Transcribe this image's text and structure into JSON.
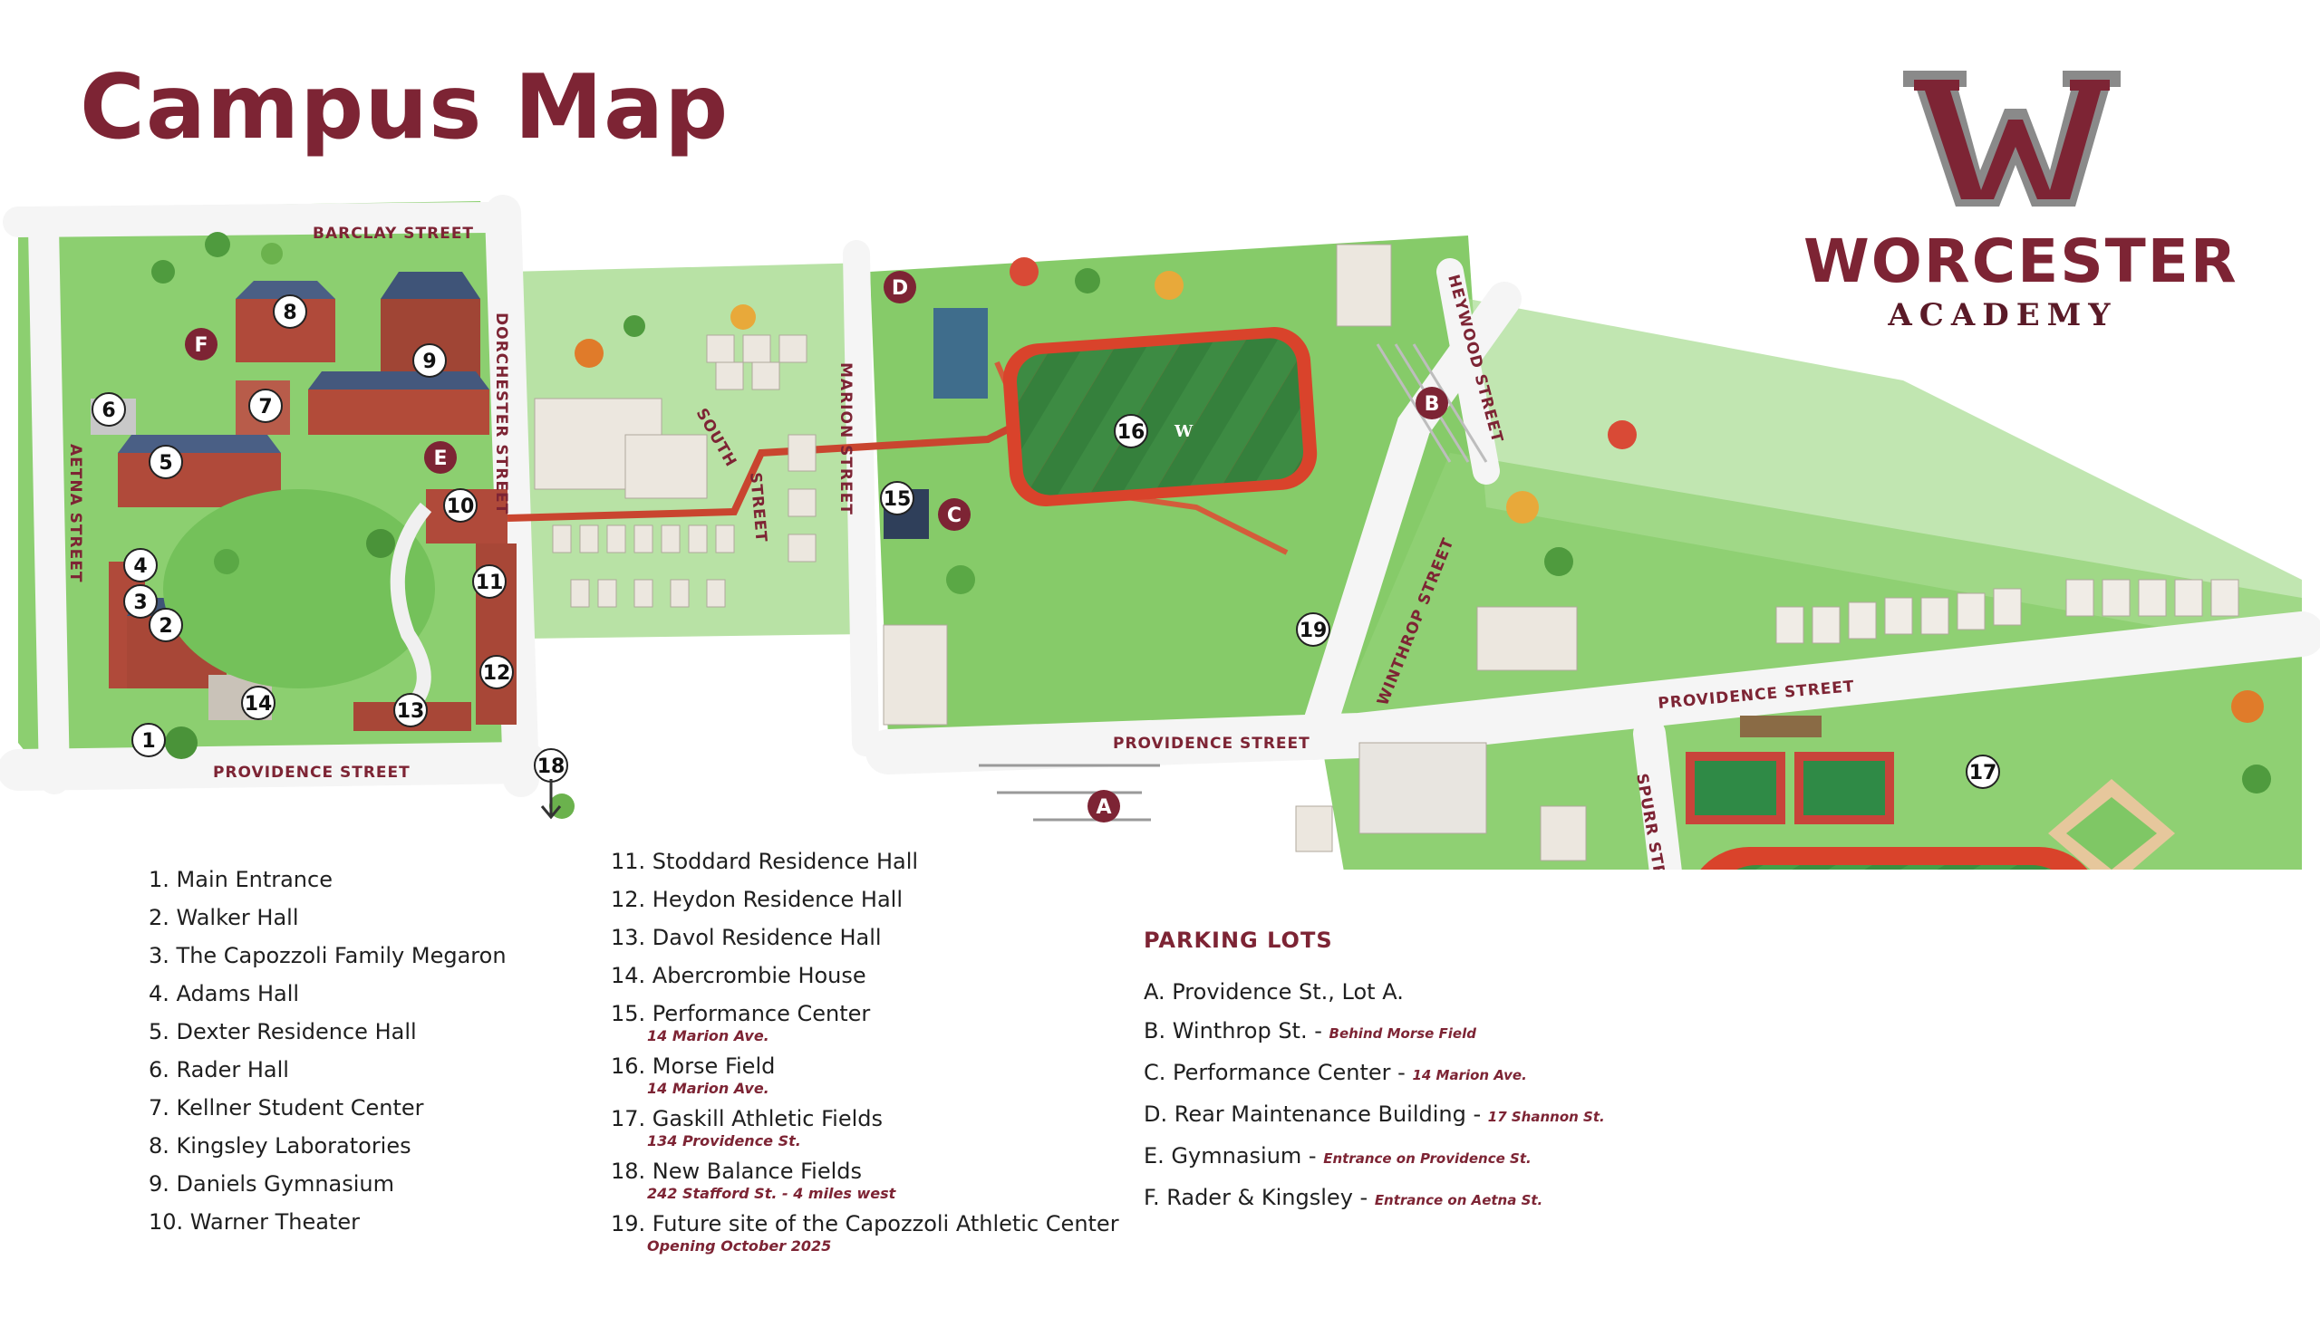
{
  "title": "Campus Map",
  "logo": {
    "letter": "W",
    "name": "WORCESTER",
    "subtitle": "ACADEMY"
  },
  "streets": {
    "barclay": "BARCLAY STREET",
    "dorchester": "DORCHESTER STREET",
    "aetna": "AETNA STREET",
    "providence": "PROVIDENCE STREET",
    "south": "SOUTH",
    "south2": "STREET",
    "marion": "MARION STREET",
    "heywood": "HEYWOOD STREET",
    "winthrop": "WINTHROP STREET",
    "spurr": "SPURR STREET"
  },
  "map_numbers": [
    "1",
    "2",
    "3",
    "4",
    "5",
    "6",
    "7",
    "8",
    "9",
    "10",
    "11",
    "12",
    "13",
    "14",
    "15",
    "16",
    "17",
    "18",
    "19"
  ],
  "map_letters": [
    "A",
    "B",
    "C",
    "D",
    "E",
    "F"
  ],
  "field_logo": "W",
  "locations": [
    {
      "label": "1.  Main Entrance",
      "note": ""
    },
    {
      "label": "2.  Walker Hall",
      "note": ""
    },
    {
      "label": "3.  The Capozzoli Family Megaron",
      "note": ""
    },
    {
      "label": "4.  Adams Hall",
      "note": ""
    },
    {
      "label": "5.  Dexter Residence Hall",
      "note": ""
    },
    {
      "label": "6.  Rader Hall",
      "note": ""
    },
    {
      "label": "7.  Kellner Student Center",
      "note": ""
    },
    {
      "label": "8.  Kingsley Laboratories",
      "note": ""
    },
    {
      "label": "9.  Daniels Gymnasium",
      "note": ""
    },
    {
      "label": "10. Warner Theater",
      "note": ""
    },
    {
      "label": "11.  Stoddard Residence Hall",
      "note": ""
    },
    {
      "label": "12.  Heydon Residence Hall",
      "note": ""
    },
    {
      "label": "13.  Davol Residence Hall",
      "note": ""
    },
    {
      "label": "14.  Abercrombie House",
      "note": ""
    },
    {
      "label": "15.  Performance Center",
      "note": "14 Marion Ave."
    },
    {
      "label": "16.  Morse Field",
      "note": "14 Marion Ave."
    },
    {
      "label": "17.  Gaskill Athletic Fields",
      "note": "134 Providence St."
    },
    {
      "label": "18.  New Balance Fields",
      "note": "242 Stafford St. - 4 miles west"
    },
    {
      "label": "19.  Future site of the Capozzoli Athletic Center",
      "note": "Opening October 2025"
    }
  ],
  "parking": {
    "title": "PARKING LOTS",
    "lots": [
      {
        "label": "A.  Providence St., Lot A.",
        "note": ""
      },
      {
        "label": "B.  Winthrop St. - ",
        "note": "Behind Morse Field"
      },
      {
        "label": "C.  Performance Center - ",
        "note": "14 Marion Ave."
      },
      {
        "label": "D.  Rear Maintenance Building - ",
        "note": "17 Shannon St."
      },
      {
        "label": "E.  Gymnasium - ",
        "note": "Entrance on Providence St."
      },
      {
        "label": "F.  Rader & Kingsley - ",
        "note": "Entrance on Aetna St."
      }
    ]
  },
  "colors": {
    "brand": "#7d2434",
    "grass": "#7cc464",
    "field": "#3f8f45",
    "track": "#d9432b",
    "road": "#f4f4f4",
    "path": "#c9452f"
  },
  "icons": [
    "down-arrow-icon"
  ]
}
